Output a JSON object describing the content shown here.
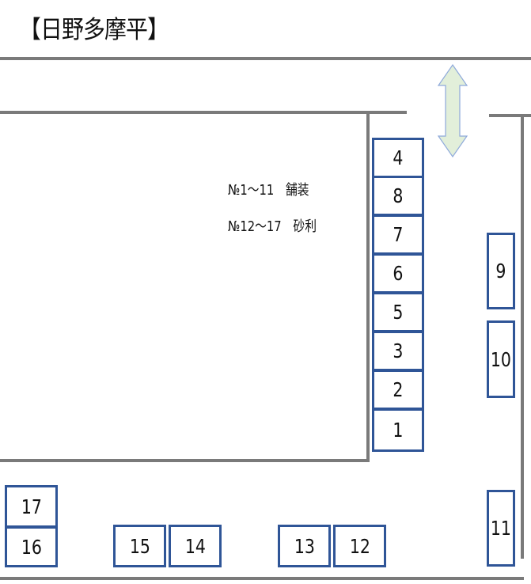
{
  "title": "【日野多摩平】",
  "notes": {
    "paved": "№1～11　舗装",
    "gravel": "№12～17　砂利"
  },
  "colors": {
    "space_border": "#2f5597",
    "wall": "#7a7a7a",
    "arrow_fill": "#e2efda",
    "arrow_stroke": "#8ea9db"
  },
  "spaces": {
    "s1": "1",
    "s2": "2",
    "s3": "3",
    "s4": "4",
    "s5": "5",
    "s6": "6",
    "s7": "7",
    "s8": "8",
    "s9": "9",
    "s10": "10",
    "s11": "11",
    "s12": "12",
    "s13": "13",
    "s14": "14",
    "s15": "15",
    "s16": "16",
    "s17": "17"
  },
  "icons": {
    "entrance": "double-vertical-arrow"
  }
}
